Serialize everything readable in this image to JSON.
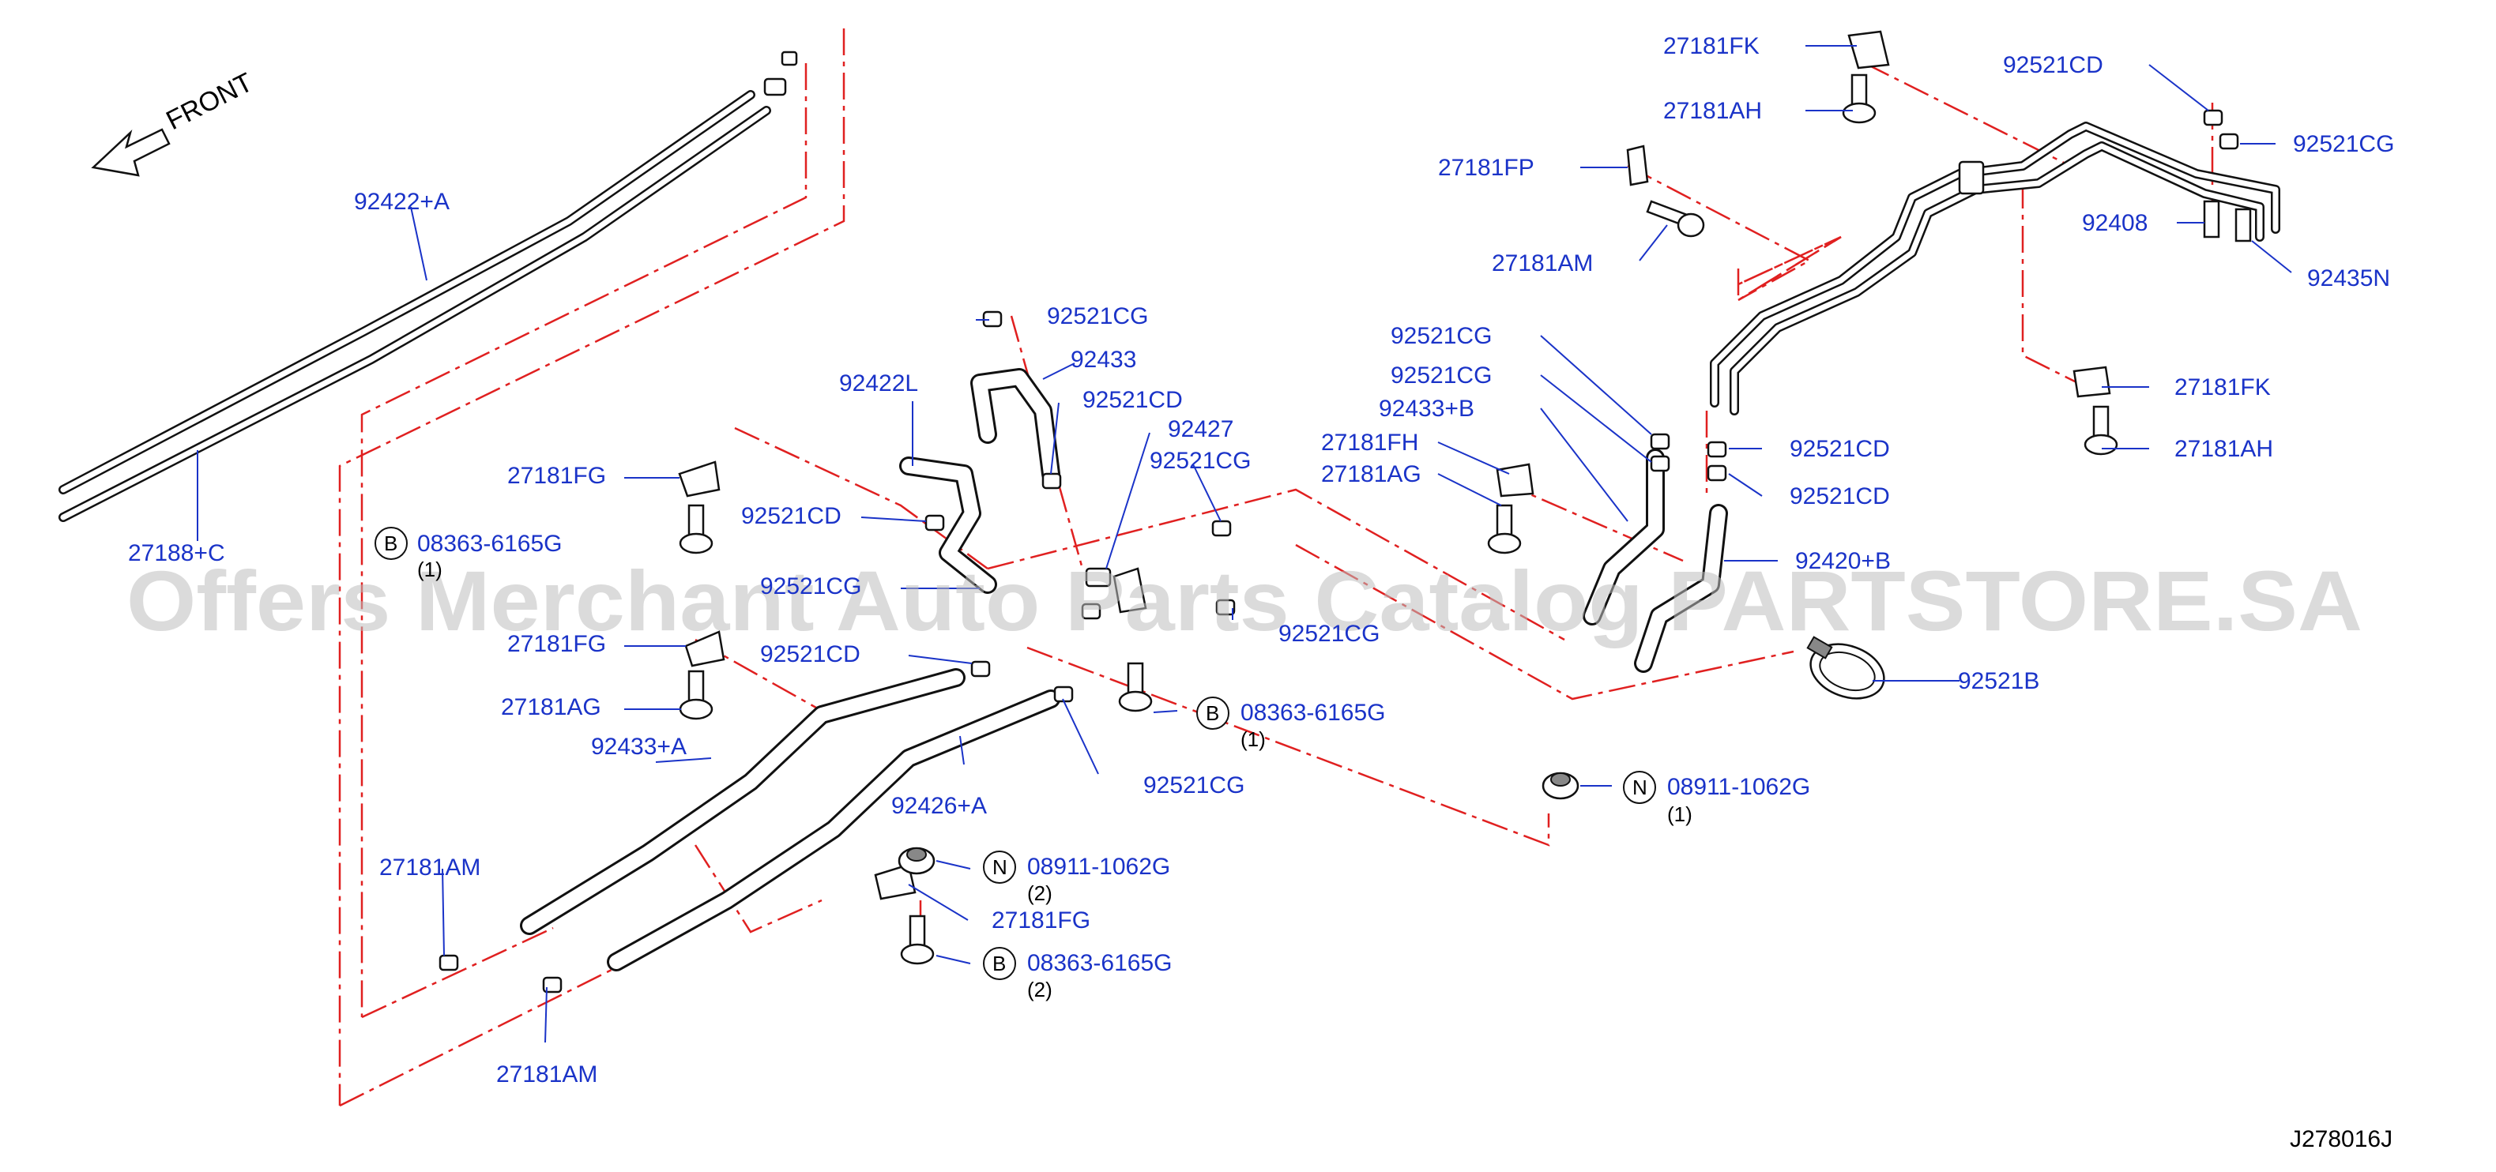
{
  "diagram": {
    "front_label": "FRONT",
    "code": "J278016J",
    "watermark": "Offers Merchant Auto Parts Catalog PARTSTORE.SA"
  },
  "labels": {
    "p92422_a": "92422+A",
    "p27188_c": "27188+C",
    "p08363_6165g_top": "08363-6165G",
    "p08363_6165g_top_qty": "(1)",
    "p27181fg_1": "27181FG",
    "p92521cd_1": "92521CD",
    "p92521cg_1": "92521CG",
    "p27181fg_2": "27181FG",
    "p92521cd_2": "92521CD",
    "p27181ag_1": "27181AG",
    "p92433_a": "92433+A",
    "p92426_a": "92426+A",
    "p27181am_1": "27181AM",
    "p27181am_2": "27181AM",
    "p92422l": "92422L",
    "p92521cg_2": "92521CG",
    "p92433": "92433",
    "p92521cd_3": "92521CD",
    "p92427": "92427",
    "p92521cg_3": "92521CG",
    "p92521cg_4": "92521CG",
    "p08363_6165g_mid": "08363-6165G",
    "p08363_6165g_mid_qty": "(1)",
    "p92521cg_5": "92521CG",
    "p08911_1062g_bot": "08911-1062G",
    "p08911_1062g_bot_qty": "(2)",
    "p27181fg_3": "27181FG",
    "p08363_6165g_bot": "08363-6165G",
    "p08363_6165g_bot_qty": "(2)",
    "p27181fk_1": "27181FK",
    "p27181ah_1": "27181AH",
    "p27181fp": "27181FP",
    "p27181am_3": "27181AM",
    "p92521cd_4": "92521CD",
    "p92521cg_6": "92521CG",
    "p92408": "92408",
    "p92435n": "92435N",
    "p92521cg_7": "92521CG",
    "p92521cg_8": "92521CG",
    "p92433_b": "92433+B",
    "p27181fh": "27181FH",
    "p27181ag_2": "27181AG",
    "p27181fk_2": "27181FK",
    "p27181ah_2": "27181AH",
    "p92521cd_5": "92521CD",
    "p92521cd_6": "92521CD",
    "p92420_b": "92420+B",
    "p92521b": "92521B",
    "p08911_1062g_right": "08911-1062G",
    "p08911_1062g_right_qty": "(1)"
  },
  "badges": {
    "bolt": "B",
    "nut": "N"
  },
  "colors": {
    "label_blue": "#1a33c8",
    "phantom_red": "#e02020",
    "line_black": "#111111",
    "watermark_grey": "#bdbdbd"
  },
  "icons": [
    "front-arrow-icon",
    "hose-clamp-icon",
    "bolt-icon",
    "nut-icon",
    "bracket-clip-icon",
    "cable-tie-icon"
  ]
}
